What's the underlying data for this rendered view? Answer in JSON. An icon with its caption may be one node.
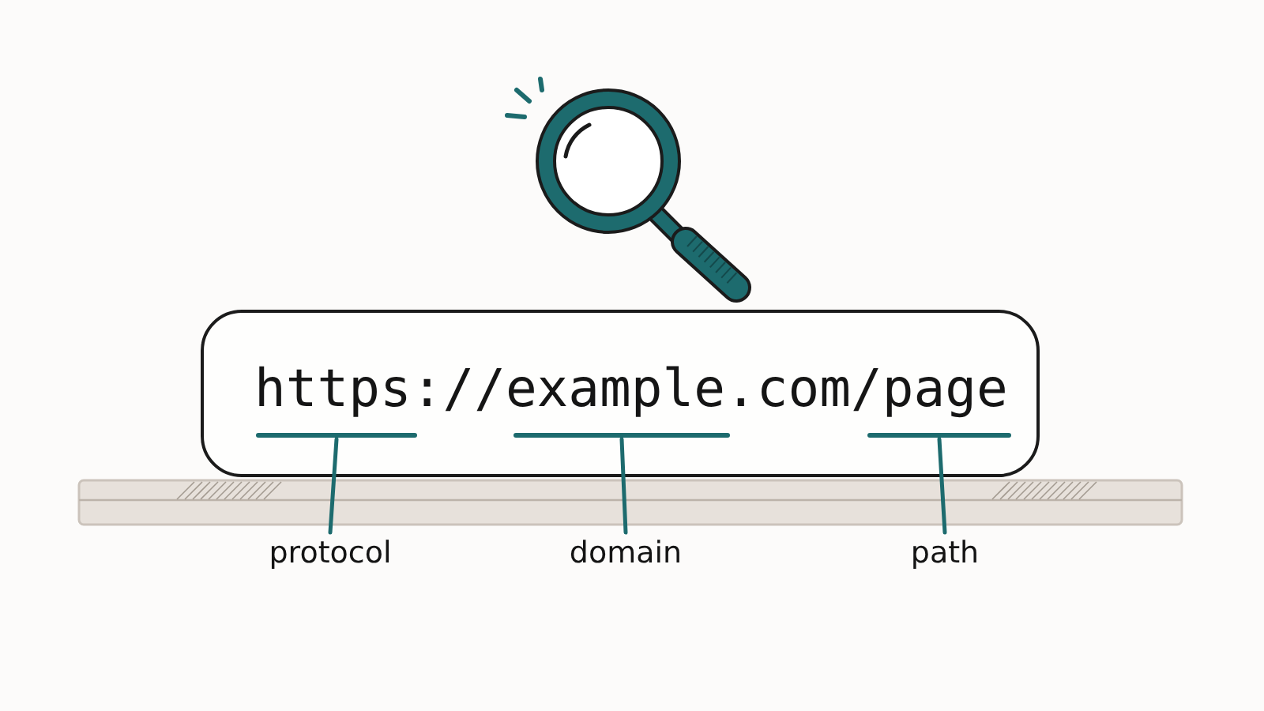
{
  "diagram": {
    "nodes": [
      {
        "text": [
          "https://example.com/page"
        ]
      },
      {
        "text": [],
        "shape": "bar",
        "in": 0
      },
      {
        "text": [],
        "shape": "bar",
        "in": 0
      },
      {
        "text": [],
        "shape": "bar",
        "in": 0
      },
      {
        "text": [
          "protocol"
        ]
      },
      {
        "text": [
          "domain"
        ]
      },
      {
        "text": [
          "path"
        ]
      }
    ],
    "edges": [
      {
        "from": 4,
        "to": 1,
        "arrow": "none"
      },
      {
        "from": 5,
        "to": 2,
        "arrow": "none"
      },
      {
        "from": 6,
        "to": 3,
        "arrow": "none"
      }
    ]
  }
}
